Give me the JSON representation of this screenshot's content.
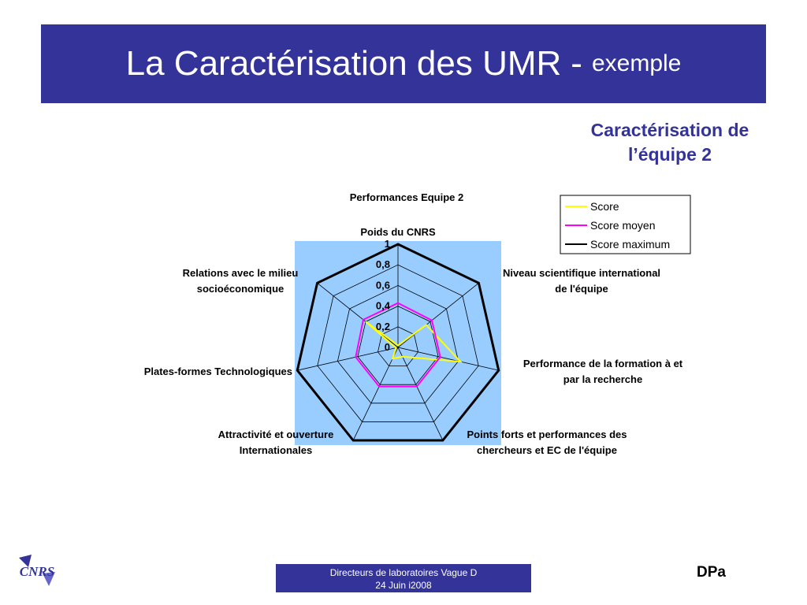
{
  "header": {
    "title_main": "La Caractérisation des UMR",
    "title_sep": "-",
    "title_sub": "exemple"
  },
  "subtitle": {
    "line1": "Caractérisation de",
    "line2": "l’équipe 2"
  },
  "footer": {
    "line1": "Directeurs de laboratoires Vague D",
    "line2": "24 Juin i2008",
    "right_label": "DPa"
  },
  "logo": {
    "text": "CNRS",
    "icon": "cnrs-logo"
  },
  "colors": {
    "banner": "#333399",
    "plot_background": "#99CCFF",
    "score": "#FFFF00",
    "score_moyen": "#FF00FF",
    "score_maximum": "#000000"
  },
  "chart_data": {
    "type": "radar",
    "title": "Performances Equipe 2",
    "categories": [
      [
        "Poids du CNRS"
      ],
      [
        "Niveau scientifique international",
        "de l'équipe"
      ],
      [
        "Performance de la formation à et",
        "par la recherche"
      ],
      [
        "Points forts et performances des",
        "chercheurs et EC de l'équipe"
      ],
      [
        "Attractivité et ouverture",
        "Internationales"
      ],
      [
        "Plates-formes Technologiques"
      ],
      [
        "Relations avec le milieu",
        "socioéconomique"
      ]
    ],
    "r_range": [
      0,
      1
    ],
    "r_ticks": [
      "0",
      "0,2",
      "0,4",
      "0,6",
      "0,8",
      "1"
    ],
    "legend_position": "top-right",
    "series": [
      {
        "name": "Score",
        "values": [
          0.02,
          0.35,
          0.62,
          0.1,
          0.12,
          0.02,
          0.4
        ],
        "color": "#FFFF00"
      },
      {
        "name": "Score moyen",
        "values": [
          0.43,
          0.42,
          0.42,
          0.42,
          0.42,
          0.42,
          0.43
        ],
        "color": "#FF00FF"
      },
      {
        "name": "Score maximum",
        "values": [
          1,
          1,
          1,
          1,
          1,
          1,
          1
        ],
        "color": "#000000"
      }
    ]
  }
}
